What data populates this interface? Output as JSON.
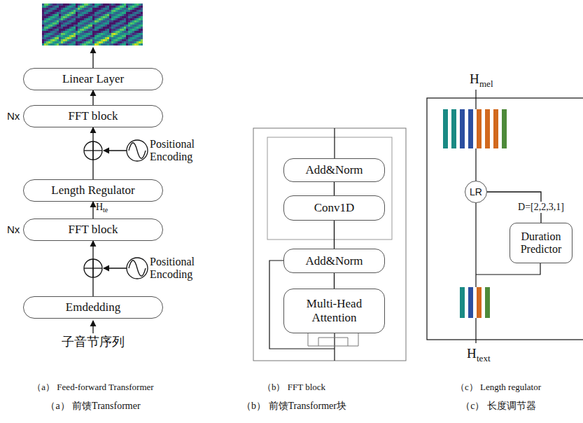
{
  "diagram": {
    "nodes": [
      {
        "text": [
          "Linear Layer"
        ]
      },
      {
        "text": [
          "FFT block"
        ]
      },
      {
        "text": [
          "Length Regulator"
        ]
      },
      {
        "text": [
          "FFT block"
        ]
      },
      {
        "text": [
          "Emdedding"
        ]
      },
      {
        "text": [
          "Add&Norm"
        ]
      },
      {
        "text": [
          "Conv1D"
        ]
      },
      {
        "text": [
          "Add&Norm"
        ]
      },
      {
        "text": [
          "Multi-Head Attention"
        ]
      },
      {
        "text": [
          "LR"
        ]
      },
      {
        "text": [
          "Duration Predictor"
        ]
      }
    ],
    "edges": [
      {
        "from": 4,
        "to": 3,
        "arrow": "to"
      },
      {
        "from": 3,
        "to": 2,
        "arrow": "to"
      },
      {
        "from": 2,
        "to": 1,
        "arrow": "to"
      },
      {
        "from": 1,
        "to": 0,
        "arrow": "to"
      },
      {
        "from": 8,
        "to": 7,
        "arrow": "none"
      },
      {
        "from": 7,
        "to": 6,
        "arrow": "none"
      },
      {
        "from": 6,
        "to": 5,
        "arrow": "none"
      },
      {
        "from": 10,
        "to": 9,
        "label": "D=[2,2,3,1]",
        "arrow": "none"
      }
    ],
    "labels": [
      "Nx",
      "Positional Encoding",
      "H",
      "te",
      "Nx",
      "Positional Encoding",
      "子音节序列",
      "H",
      "mel",
      "H",
      "text",
      "（a） Feed-forward Transformer",
      "（b） FFT block",
      "（c） Length regulator",
      "（a） 前馈Transformer",
      "（b） 前馈Transformer块",
      "（c） 长度调节器"
    ]
  }
}
